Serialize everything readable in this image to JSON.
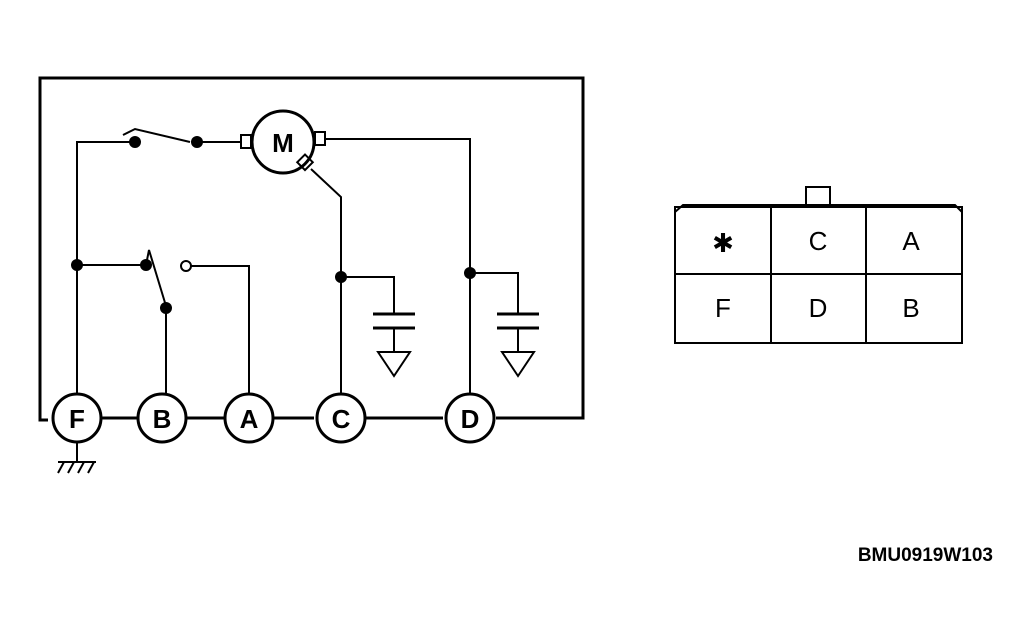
{
  "schematic": {
    "terminals": [
      "F",
      "B",
      "A",
      "C",
      "D"
    ],
    "motor_label": "M"
  },
  "connector": {
    "cells": [
      [
        "✱",
        "C",
        "A"
      ],
      [
        "F",
        "D",
        "B"
      ]
    ]
  },
  "figure_code": "BMU0919W103",
  "colors": {
    "line": "#000000",
    "background": "#ffffff"
  }
}
